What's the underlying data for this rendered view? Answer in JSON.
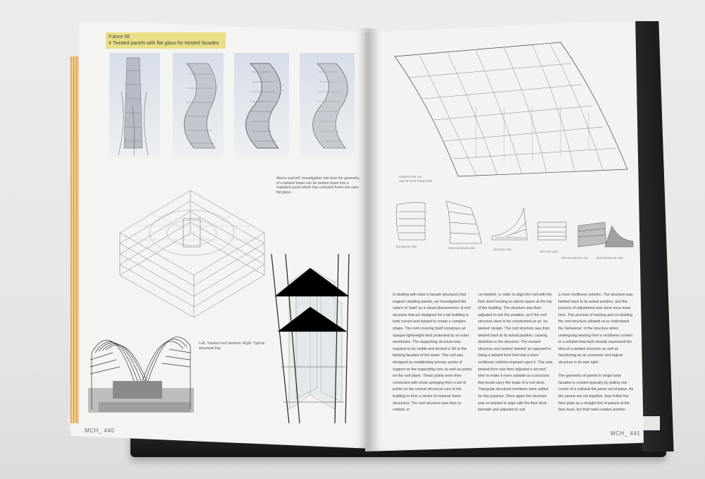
{
  "header": {
    "line1": "Future 06",
    "line2": "4  Twisted panels with flat glass for twisted facades"
  },
  "captions": {
    "twist_studies": "Above and left. Investigation into how the geometry of a twisted tower can be broken down into a repeated panel which has a twisted frame but uses flat glass.",
    "structure": "Left. Twisted roof element. Right. Typical structural bay"
  },
  "body_columns": [
    "In dealing with twist in facade structures that support cladding panels, we investigated the nature of 'twist' as a visual phenomenon. A roof structure that we designed for a tall building is both curved and twisted to create a complex shape. The roof covering itself comprises an opaque lightweight deck protected by an outer membrane. The supporting structure was required to be visible and formed a 'lid' to the twisting facades of the tower. The roof was designed by establishing primary points of support on the supporting core as well as points on the roof plane. These points were then connected with struts springing from a set of points on the central structural core of the building to form a series of notional 'trees' structures. The roof structure was then re-rotated, or",
    "'un-twisted', in order to align the roof with the floor level forming an atrium space at the top of the building. The structure was then adjusted to suit this position, as if the roof structure were to be constructed as an 'un-twisted' design. The roof structure was then twisted back to its actual position, causing distortion in the structure. The revised structure now looked 'twisted' as opposed to being a twisted form that had a more rectilinear solution imposed upon it. This new twisted form was then adjusted a second time to make it more suitable as a structure that would carry the loads of a roof deck. Triangular structural members were added for this purpose. Once again the structure was un-twisted to align with the floor deck beneath and adjusted to suit",
    "a more rectilinear solution. The structure was twisted back to its actual position, and the process of adjustment was done once more time. This process of twisting and un-twisting the roof structure allowed us to understand the 'behaviour' of the structure when undergoing twisting from a rectilinear context to a solution that both visually expressed the idea of a twisted structure as well as functioning as an economic and logical structure in its own right.\n\nThe geometry of panels in single twist facades is created typically by pulling one corner of a notional flat panel out of plane. As the panels are set together, they follow the floor plate as a straight line of panels at the floor level, but their twist creates another"
  ],
  "page_numbers": {
    "left": "MCH_ 440",
    "right": "MCH_ 441"
  },
  "diagram_labels": {
    "legend": [
      "PERSPECTIVE 1:50",
      "LINE OF ROOF STRUCTURE"
    ],
    "panel_labels": [
      "ELEVATION 1:500",
      "SIDE ELEVATION 1:500",
      "SECTION 1:500",
      "SECTION 1:500",
      "SIDE ELEVATION 1:500",
      "SIDE ELEVATION 1:500"
    ]
  },
  "colors": {
    "header_highlight": "#e9df86",
    "page": "#f4f4f2",
    "cover": "#1e1e21",
    "page_edge_accent": "#e07a2a"
  }
}
